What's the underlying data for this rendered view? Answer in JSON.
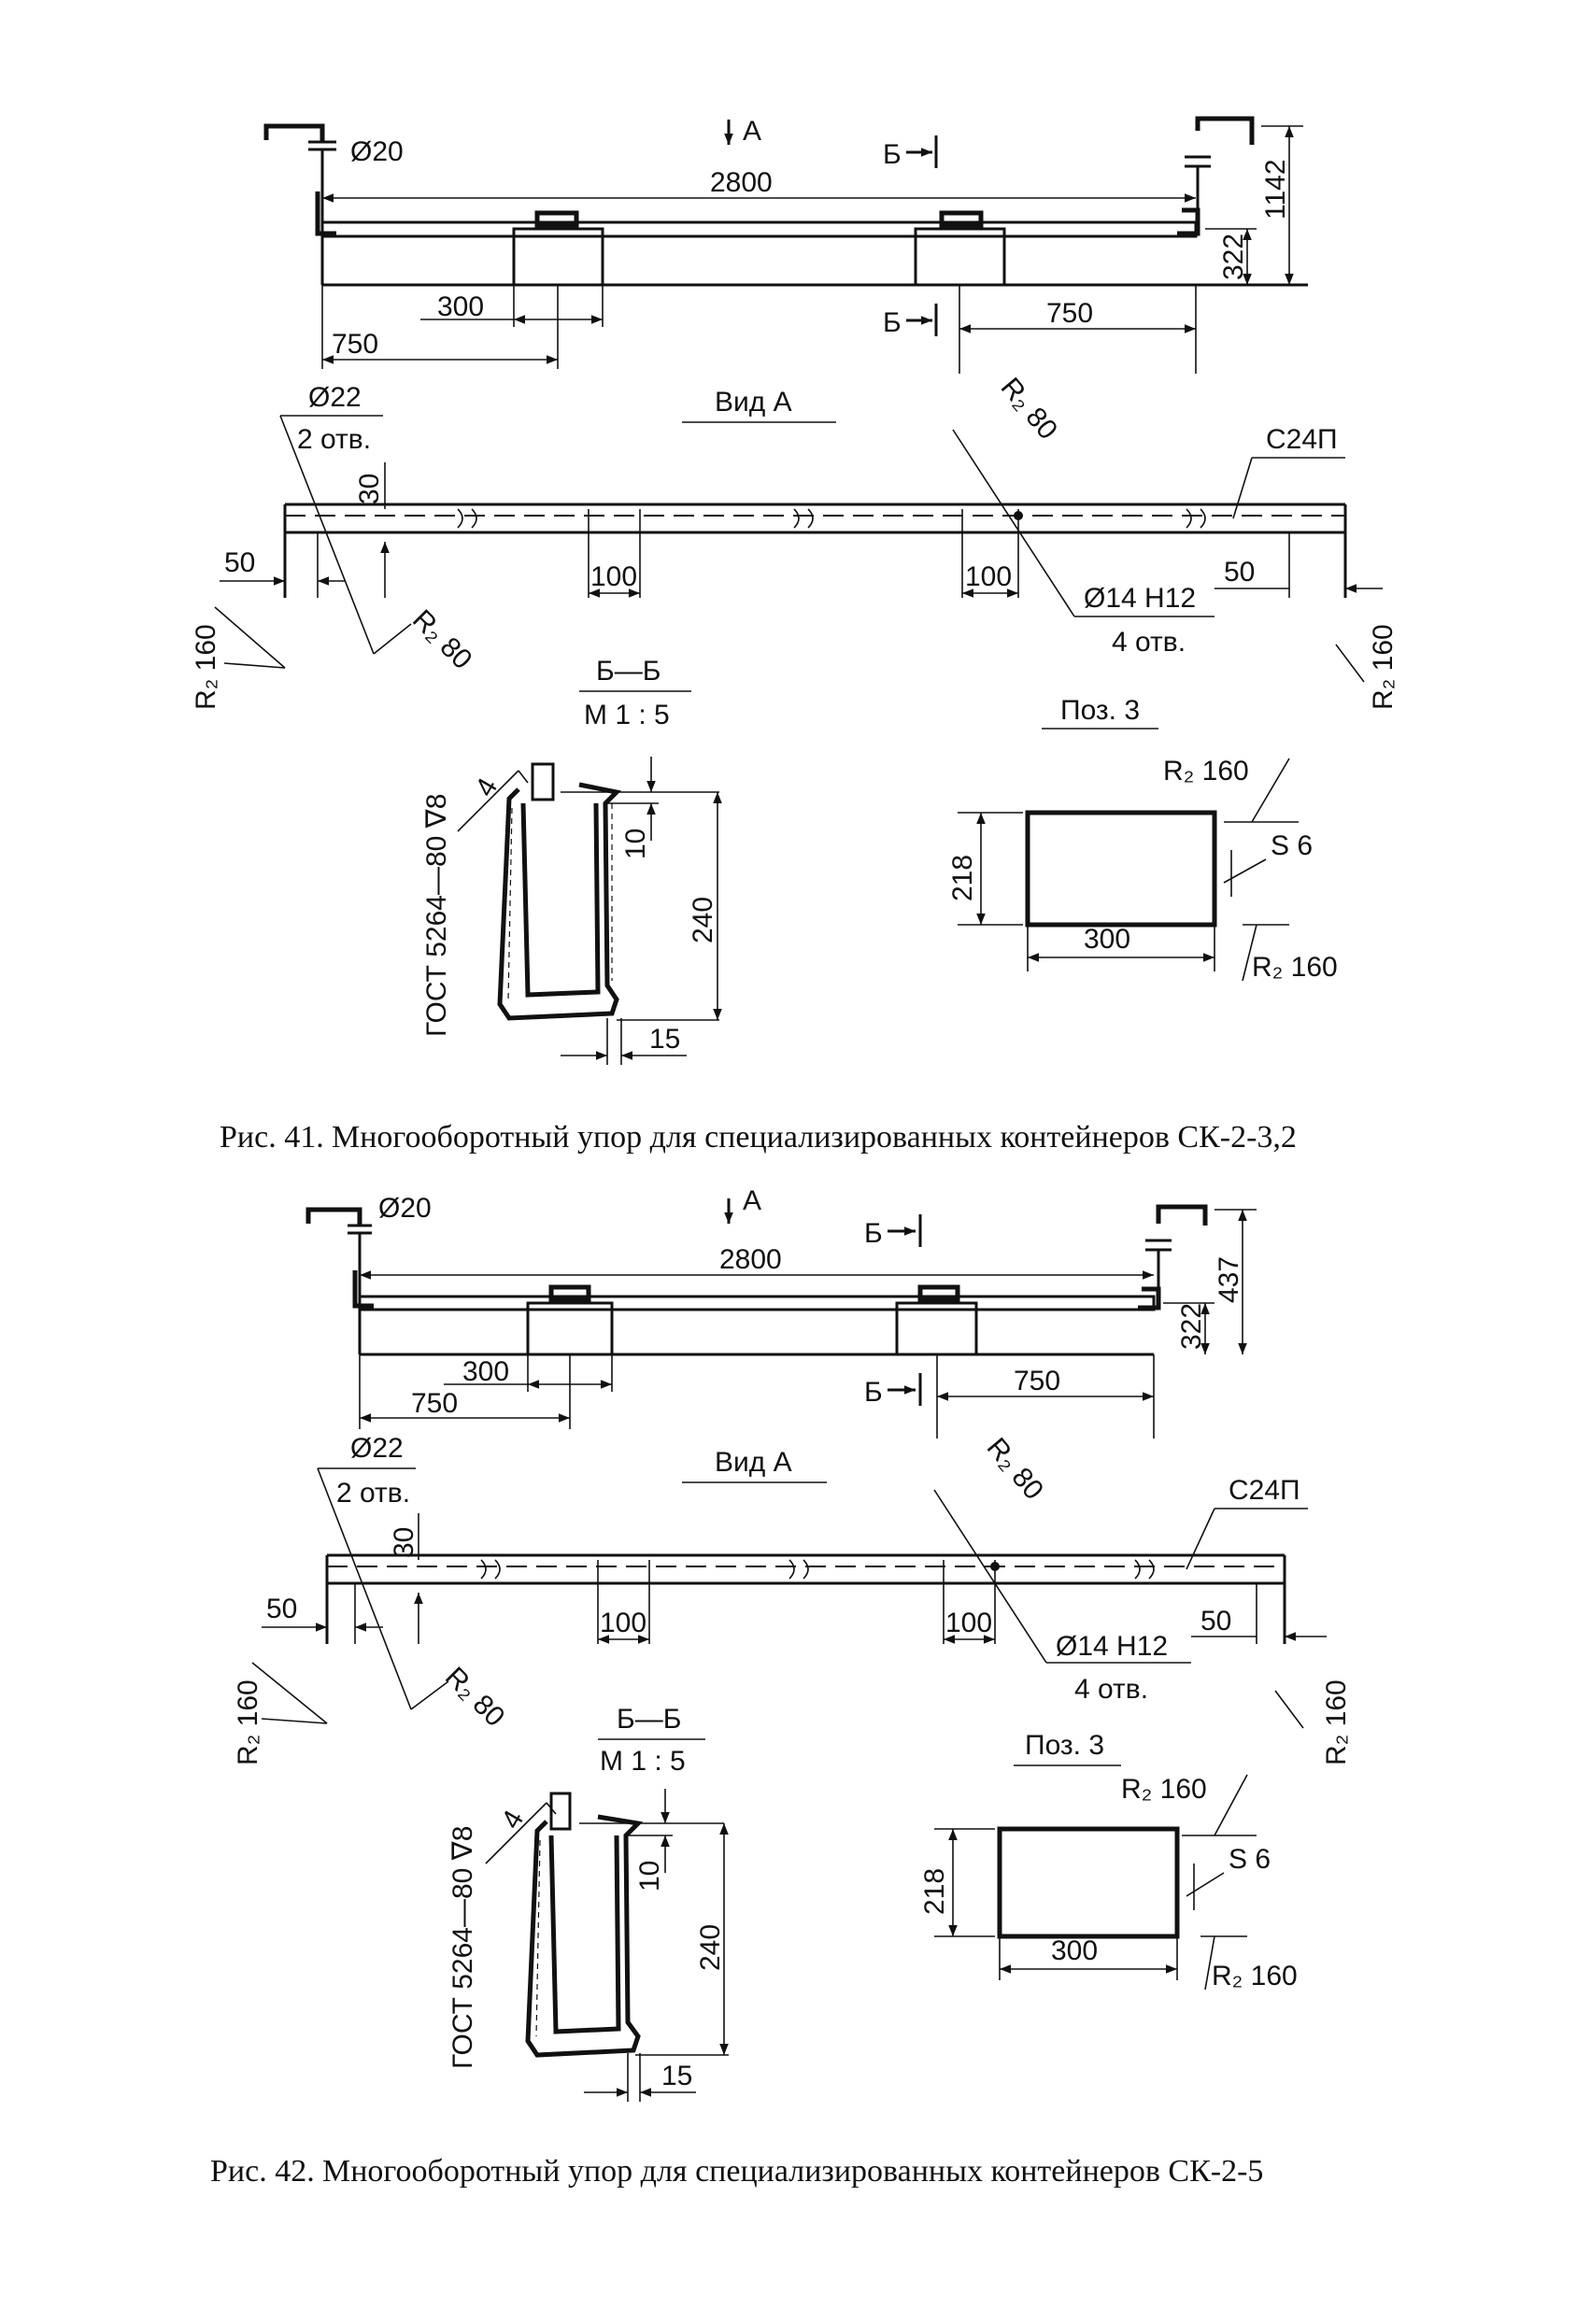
{
  "figures": [
    {
      "caption_prefix": "Рис. 41.",
      "caption_text": "Многооборотный упор для специализированных контейнеров СК-2-3,2",
      "top_view": {
        "dia_pin": "Ø20",
        "view_arrow": "А",
        "section_mark": "Б",
        "overall_length": "2800",
        "height_total": "1142",
        "height_beam": "322",
        "dim_300": "300",
        "dim_750_left": "750",
        "dim_750_right": "750"
      },
      "view_a": {
        "title": "Вид А",
        "hole_left": "Ø22",
        "hole_left_count": "2 отв.",
        "dim_30": "30",
        "profile": "С24П",
        "radius_80": "R₂ 80",
        "radius_160": "R₂ 160",
        "dim_50": "50",
        "dim_100": "100",
        "hole_right": "Ø14 H12",
        "hole_right_count": "4 отв."
      },
      "section_bb": {
        "title": "Б—Б",
        "scale": "М 1 : 5",
        "weld": "ГОСТ 5264—80 ∇8",
        "weld_leg": "4",
        "dim_10": "10",
        "dim_240": "240",
        "dim_15": "15"
      },
      "pos3": {
        "title": "Поз. 3",
        "radius": "R₂ 160",
        "thickness": "S 6",
        "height": "218",
        "width": "300"
      }
    },
    {
      "caption_prefix": "Рис. 42.",
      "caption_text": "Многооборотный упор для специализированных контейнеров СК-2-5",
      "top_view": {
        "dia_pin": "Ø20",
        "view_arrow": "А",
        "section_mark": "Б",
        "overall_length": "2800",
        "height_total": "437",
        "height_beam": "322",
        "dim_300": "300",
        "dim_750_left": "750",
        "dim_750_right": "750"
      },
      "view_a": {
        "title": "Вид А",
        "hole_left": "Ø22",
        "hole_left_count": "2 отв.",
        "dim_30": "30",
        "profile": "С24П",
        "radius_80": "R₂ 80",
        "radius_160": "R₂ 160",
        "dim_50": "50",
        "dim_100": "100",
        "hole_right": "Ø14 H12",
        "hole_right_count": "4 отв."
      },
      "section_bb": {
        "title": "Б—Б",
        "scale": "М 1 : 5",
        "weld": "ГОСТ 5264—80 ∇8",
        "weld_leg": "4",
        "dim_10": "10",
        "dim_240": "240",
        "dim_15": "15"
      },
      "pos3": {
        "title": "Поз. 3",
        "radius": "R₂ 160",
        "thickness": "S 6",
        "height": "218",
        "width": "300"
      }
    }
  ]
}
